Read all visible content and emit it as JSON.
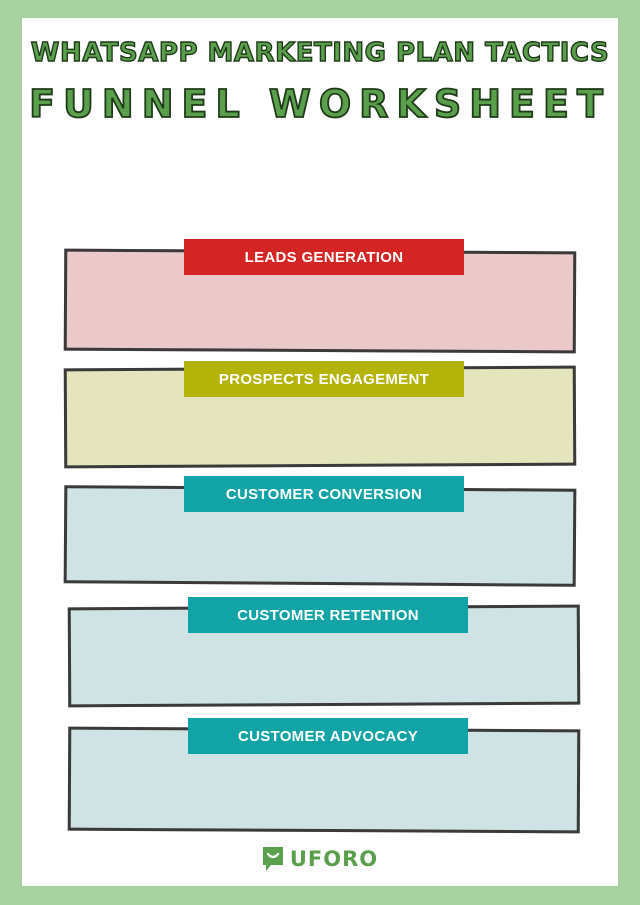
{
  "header": {
    "title_line1": "WHATSAPP MARKETING PLAN TACTICS",
    "title_line2": "FUNNEL WORKSHEET"
  },
  "stages": [
    {
      "label": "LEADS GENERATION",
      "label_color": "#d42424",
      "box_color": "#ebc9cb"
    },
    {
      "label": "PROSPECTS ENGAGEMENT",
      "label_color": "#b3b30a",
      "box_color": "#e4e5bd"
    },
    {
      "label": "CUSTOMER CONVERSION",
      "label_color": "#12a3a6",
      "box_color": "#cfe3e4"
    },
    {
      "label": "CUSTOMER RETENTION",
      "label_color": "#12a3a6",
      "box_color": "#cfe3e4"
    },
    {
      "label": "CUSTOMER ADVOCACY",
      "label_color": "#12a3a6",
      "box_color": "#cfe3e4"
    }
  ],
  "brand": {
    "name": "UFORO",
    "color": "#5a9f4c",
    "icon": "uforo-logo-icon"
  },
  "colors": {
    "frame": "#a8d1a0",
    "title_fill": "#5a9f4c",
    "box_border": "#3a3a3a"
  }
}
